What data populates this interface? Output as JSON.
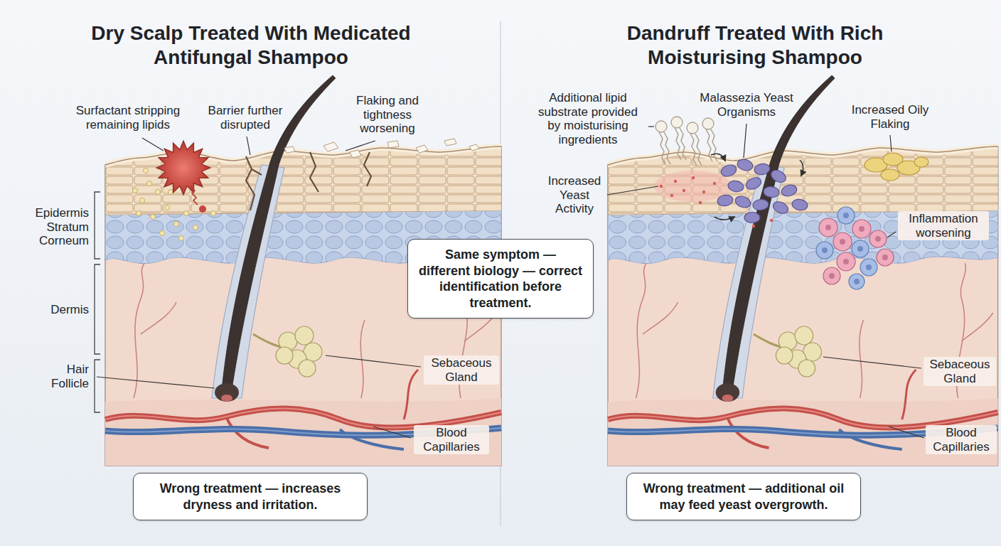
{
  "diagram": {
    "nodes": [
      {
        "text": [
          "Same symptom — different biology — correct identification before treatment."
        ]
      },
      {
        "text": [
          "Wrong treatment — increases dryness and irritation."
        ]
      },
      {
        "text": [
          "Wrong treatment — additional oil may feed yeast overgrowth."
        ]
      }
    ],
    "labels": [
      "Dry Scalp Treated With Medicated Antifungal Shampoo",
      "Dandruff Treated With Rich Moisturising Shampoo",
      "Surfactant stripping remaining lipids",
      "Barrier further disrupted",
      "Flaking and tightness worsening",
      "Epidermis Stratum Corneum",
      "Dermis",
      "Hair Follicle",
      "Sebaceous Gland",
      "Blood Capillaries",
      "Additional lipid substrate provided by moisturising ingredients",
      "Malassezia Yeast Organisms",
      "Increased Oily Flaking",
      "Increased Yeast Activity",
      "Inflammation worsening",
      "Sebaceous Gland",
      "Blood Capillaries"
    ]
  }
}
